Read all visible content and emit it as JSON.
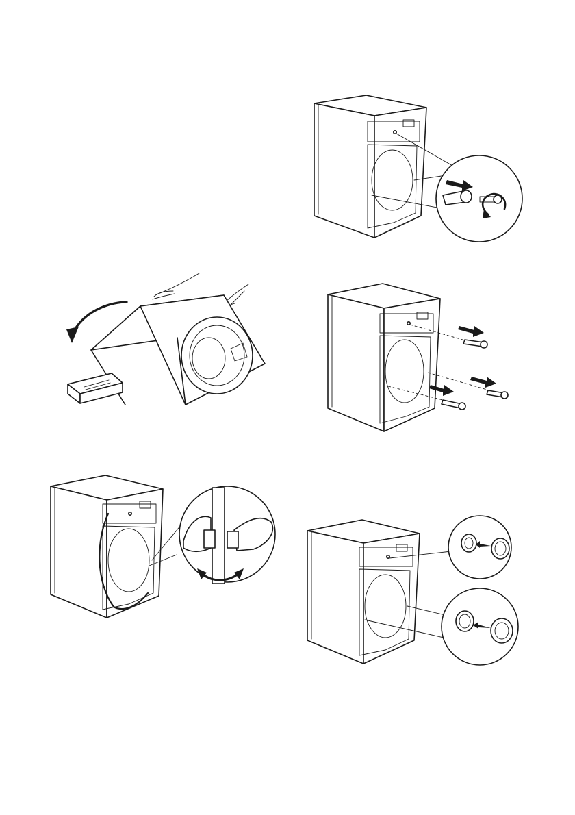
{
  "page": {
    "background": "#ffffff",
    "line_color": "#1a1a1a",
    "rule_color": "#8a8a8a"
  },
  "figures": [
    {
      "id": "fig-remove-transit-bolt-detail",
      "icons": [
        "washing-machine-back-icon",
        "transit-bolt-icon",
        "unscrew-arrow-icon"
      ]
    },
    {
      "id": "fig-tilt-machine",
      "icons": [
        "hands-icon",
        "washing-machine-front-icon",
        "tilt-arrow-icon",
        "support-block-icon"
      ]
    },
    {
      "id": "fig-pull-out-bolts",
      "icons": [
        "washing-machine-back-icon",
        "spacer-icon",
        "pull-arrow-icon"
      ]
    },
    {
      "id": "fig-unhook-hose-clip",
      "icons": [
        "washing-machine-back-icon",
        "hose-clip-icon",
        "hands-icon",
        "rotate-arrow-icon"
      ]
    },
    {
      "id": "fig-insert-plastic-caps",
      "icons": [
        "washing-machine-back-icon",
        "plastic-cap-icon",
        "insert-arrow-icon"
      ]
    }
  ]
}
